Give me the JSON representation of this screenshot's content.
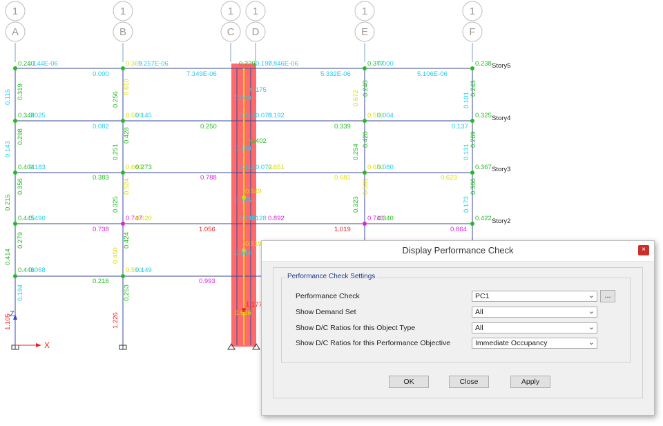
{
  "grid_bubbles": [
    {
      "top": "1",
      "bottom": "A"
    },
    {
      "top": "1",
      "bottom": "B"
    },
    {
      "top": "1",
      "bottom": "C"
    },
    {
      "top": "1",
      "bottom": "D"
    },
    {
      "top": "1",
      "bottom": "E"
    },
    {
      "top": "1",
      "bottom": "F"
    }
  ],
  "stories": [
    "Story5",
    "Story4",
    "Story3",
    "Story2"
  ],
  "axes": {
    "z": "Z",
    "x": "X"
  },
  "colors": {
    "frame_line": "#3a4a9a",
    "highlight": "#ff6a6a",
    "green": "#22bb22",
    "cyan": "#22ccee",
    "yellow": "#dddd00",
    "magenta": "#dd22dd",
    "red": "#ee2222",
    "dialog_close": "#c9302c"
  },
  "frame_labels": [
    {
      "text": "0.240",
      "color": "green"
    },
    {
      "text": "1.144E-06",
      "color": "cyan"
    },
    {
      "text": "0.369",
      "color": "yellow"
    },
    {
      "text": "9.257E-06",
      "color": "cyan"
    },
    {
      "text": "0.229",
      "color": "green"
    },
    {
      "text": "0.190",
      "color": "cyan"
    },
    {
      "text": "7.846E-06",
      "color": "cyan"
    },
    {
      "text": "0.377",
      "color": "green"
    },
    {
      "text": "0.000",
      "color": "cyan"
    },
    {
      "text": "0.238",
      "color": "green"
    },
    {
      "text": "0.000",
      "color": "cyan"
    },
    {
      "text": "7.349E-06",
      "color": "cyan"
    },
    {
      "text": "5.332E-06",
      "color": "cyan"
    },
    {
      "text": "5.106E-06",
      "color": "cyan"
    },
    {
      "text": "0.319",
      "color": "green"
    },
    {
      "text": "0.115",
      "color": "cyan"
    },
    {
      "text": "0.610",
      "color": "yellow"
    },
    {
      "text": "0.256",
      "color": "green"
    },
    {
      "text": "0.175",
      "color": "cyan"
    },
    {
      "text": "0.050",
      "color": "cyan"
    },
    {
      "text": "0.672",
      "color": "yellow"
    },
    {
      "text": "0.248",
      "color": "green"
    },
    {
      "text": "0.243",
      "color": "green"
    },
    {
      "text": "0.101",
      "color": "cyan"
    },
    {
      "text": "0.348",
      "color": "green"
    },
    {
      "text": "0.025",
      "color": "cyan"
    },
    {
      "text": "0.559",
      "color": "yellow"
    },
    {
      "text": "0.145",
      "color": "cyan"
    },
    {
      "text": "0.110",
      "color": "cyan"
    },
    {
      "text": "0.078",
      "color": "cyan"
    },
    {
      "text": "0.192",
      "color": "cyan"
    },
    {
      "text": "0.559",
      "color": "yellow"
    },
    {
      "text": "0.004",
      "color": "cyan"
    },
    {
      "text": "0.325",
      "color": "green"
    },
    {
      "text": "0.082",
      "color": "cyan"
    },
    {
      "text": "0.250",
      "color": "green"
    },
    {
      "text": "0.339",
      "color": "green"
    },
    {
      "text": "0.137",
      "color": "cyan"
    },
    {
      "text": "0.298",
      "color": "green"
    },
    {
      "text": "0.428",
      "color": "green"
    },
    {
      "text": "0.402",
      "color": "green"
    },
    {
      "text": "0.148",
      "color": "cyan"
    },
    {
      "text": "0.420",
      "color": "green"
    },
    {
      "text": "0.269",
      "color": "green"
    },
    {
      "text": "0.143",
      "color": "cyan"
    },
    {
      "text": "0.251",
      "color": "green"
    },
    {
      "text": "0.254",
      "color": "green"
    },
    {
      "text": "0.131",
      "color": "cyan"
    },
    {
      "text": "0.404",
      "color": "green"
    },
    {
      "text": "0.183",
      "color": "cyan"
    },
    {
      "text": "0.663",
      "color": "yellow"
    },
    {
      "text": "0.273",
      "color": "green"
    },
    {
      "text": "0.113",
      "color": "cyan"
    },
    {
      "text": "0.072",
      "color": "cyan"
    },
    {
      "text": "0.651",
      "color": "yellow"
    },
    {
      "text": "0.650",
      "color": "yellow"
    },
    {
      "text": "0.080",
      "color": "cyan"
    },
    {
      "text": "0.367",
      "color": "green"
    },
    {
      "text": "0.383",
      "color": "green"
    },
    {
      "text": "0.788",
      "color": "magenta"
    },
    {
      "text": "0.681",
      "color": "yellow"
    },
    {
      "text": "0.623",
      "color": "yellow"
    },
    {
      "text": "0.356",
      "color": "green"
    },
    {
      "text": "0.524",
      "color": "yellow"
    },
    {
      "text": "0.549",
      "color": "yellow"
    },
    {
      "text": "0.145",
      "color": "cyan"
    },
    {
      "text": "0.531",
      "color": "yellow"
    },
    {
      "text": "0.306",
      "color": "green"
    },
    {
      "text": "0.215",
      "color": "green"
    },
    {
      "text": "0.325",
      "color": "green"
    },
    {
      "text": "0.323",
      "color": "green"
    },
    {
      "text": "0.173",
      "color": "cyan"
    },
    {
      "text": "0.445",
      "color": "green"
    },
    {
      "text": "0.490",
      "color": "cyan"
    },
    {
      "text": "0.747",
      "color": "magenta"
    },
    {
      "text": "0.620",
      "color": "yellow"
    },
    {
      "text": "0.136",
      "color": "cyan"
    },
    {
      "text": "0.128",
      "color": "cyan"
    },
    {
      "text": "0.892",
      "color": "magenta"
    },
    {
      "text": "0.743",
      "color": "magenta"
    },
    {
      "text": "0.340",
      "color": "green"
    },
    {
      "text": "0.422",
      "color": "green"
    },
    {
      "text": "0.738",
      "color": "magenta"
    },
    {
      "text": "1.056",
      "color": "red"
    },
    {
      "text": "1.019",
      "color": "red"
    },
    {
      "text": "0.864",
      "color": "magenta"
    },
    {
      "text": "0.279",
      "color": "green"
    },
    {
      "text": "0.424",
      "color": "green"
    },
    {
      "text": "0.519",
      "color": "yellow"
    },
    {
      "text": "0.334",
      "color": "cyan"
    },
    {
      "text": "0.414",
      "color": "green"
    },
    {
      "text": "0.450",
      "color": "yellow"
    },
    {
      "text": "0.446",
      "color": "green"
    },
    {
      "text": "0.068",
      "color": "cyan"
    },
    {
      "text": "0.550",
      "color": "yellow"
    },
    {
      "text": "0.149",
      "color": "cyan"
    },
    {
      "text": "0.216",
      "color": "green"
    },
    {
      "text": "0.993",
      "color": "magenta"
    },
    {
      "text": "0.194",
      "color": "cyan"
    },
    {
      "text": "0.253",
      "color": "green"
    },
    {
      "text": "1.177",
      "color": "red"
    },
    {
      "text": "0.536",
      "color": "yellow"
    },
    {
      "text": "1.105",
      "color": "red"
    },
    {
      "text": "1.226",
      "color": "red"
    }
  ],
  "dialog": {
    "title": "Display Performance Check",
    "close_glyph": "×",
    "group_title": "Performance Check Settings",
    "rows": [
      {
        "label": "Performance Check",
        "value": "PC1"
      },
      {
        "label": "Show Demand Set",
        "value": "All"
      },
      {
        "label": "Show D/C Ratios for this Object Type",
        "value": "All"
      },
      {
        "label": "Show D/C Ratios for this Performance Objective",
        "value": "Immediate Occupancy"
      }
    ],
    "dots_label": "...",
    "buttons": {
      "ok": "OK",
      "close": "Close",
      "apply": "Apply"
    },
    "chevron": "⌄"
  }
}
